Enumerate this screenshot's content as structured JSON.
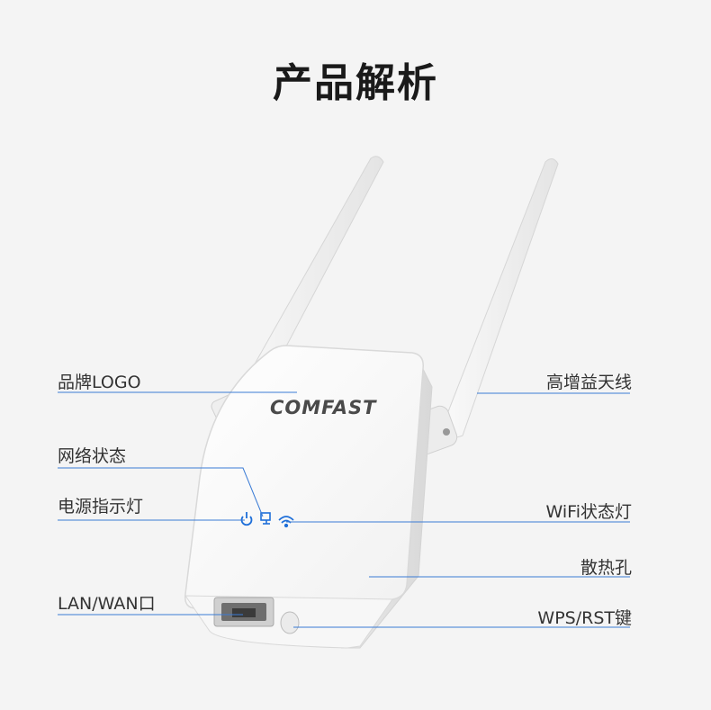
{
  "title": "产品解析",
  "brand": "COMFAST",
  "labels_left": {
    "brand_logo": "品牌LOGO",
    "network_status": "网络状态",
    "power_indicator": "电源指示灯",
    "lan_wan_port": "LAN/WAN口"
  },
  "labels_right": {
    "antenna": "高增益天线",
    "wifi_status": "WiFi状态灯",
    "vents": "散热孔",
    "wps_rst": "WPS/RST键"
  },
  "colors": {
    "leader_line": "#3a7bd5",
    "led_blue": "#1e6fd9",
    "device_white": "#ffffff",
    "background": "#f4f4f4"
  },
  "icons": [
    "power-icon",
    "network-icon",
    "wifi-icon"
  ]
}
